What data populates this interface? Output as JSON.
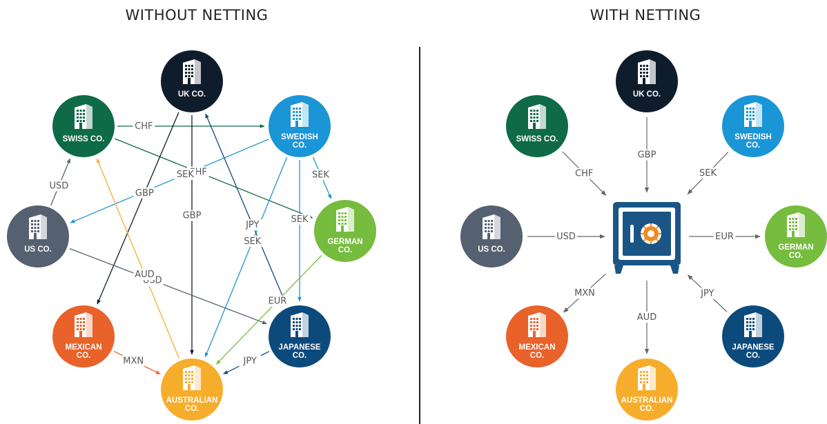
{
  "titles": {
    "left": "WITHOUT NETTING",
    "right": "WITH NETTING"
  },
  "colors": {
    "uk": "#0f1c2b",
    "swedish": "#1a95d6",
    "german": "#76bc3e",
    "japanese": "#0d4a7c",
    "australian": "#f7ad2c",
    "mexican": "#e8622a",
    "us": "#556170",
    "swiss": "#0e6a47",
    "vault": "#1a5585",
    "vault_dial": "#f18a24",
    "divider": "#222222"
  },
  "icons": {
    "company": "building-icon",
    "center": "vault-icon"
  },
  "companies": [
    {
      "id": "uk",
      "lines": [
        "UK CO."
      ]
    },
    {
      "id": "swedish",
      "lines": [
        "SWEDISH",
        "CO."
      ]
    },
    {
      "id": "german",
      "lines": [
        "GERMAN",
        "CO."
      ]
    },
    {
      "id": "japanese",
      "lines": [
        "JAPANESE",
        "CO."
      ]
    },
    {
      "id": "australian",
      "lines": [
        "AUSTRALIAN",
        "CO."
      ]
    },
    {
      "id": "mexican",
      "lines": [
        "MEXICAN",
        "CO."
      ]
    },
    {
      "id": "us",
      "lines": [
        "US CO."
      ]
    },
    {
      "id": "swiss",
      "lines": [
        "SWISS CO."
      ]
    }
  ],
  "without_netting_flows": [
    {
      "from": "swiss",
      "to": "swedish",
      "currency": "CHF"
    },
    {
      "from": "swiss",
      "to": "german",
      "currency": "CHF"
    },
    {
      "from": "us",
      "to": "swiss",
      "currency": "USD"
    },
    {
      "from": "uk",
      "to": "mexican",
      "currency": "GBP"
    },
    {
      "from": "uk",
      "to": "australian",
      "currency": "GBP"
    },
    {
      "from": "swedish",
      "to": "us",
      "currency": "SEK"
    },
    {
      "from": "swedish",
      "to": "german",
      "currency": "SEK"
    },
    {
      "from": "swedish",
      "to": "japanese",
      "currency": "SEK"
    },
    {
      "from": "swedish",
      "to": "australian",
      "currency": "SEK"
    },
    {
      "from": "us",
      "to": "japanese",
      "currency": "USD"
    },
    {
      "from": "japanese",
      "to": "uk",
      "currency": "JPY"
    },
    {
      "from": "japanese",
      "to": "australian",
      "currency": "JPY"
    },
    {
      "from": "german",
      "to": "australian",
      "currency": "EUR"
    },
    {
      "from": "australian",
      "to": "swiss",
      "currency": "AUD"
    },
    {
      "from": "mexican",
      "to": "australian",
      "currency": "MXN"
    }
  ],
  "with_netting_flows": [
    {
      "company": "uk",
      "direction": "in",
      "currency": "GBP"
    },
    {
      "company": "swedish",
      "direction": "in",
      "currency": "SEK"
    },
    {
      "company": "german",
      "direction": "out",
      "currency": "EUR"
    },
    {
      "company": "japanese",
      "direction": "in",
      "currency": "JPY"
    },
    {
      "company": "australian",
      "direction": "out",
      "currency": "AUD"
    },
    {
      "company": "mexican",
      "direction": "out",
      "currency": "MXN"
    },
    {
      "company": "us",
      "direction": "in",
      "currency": "USD"
    },
    {
      "company": "swiss",
      "direction": "in",
      "currency": "CHF"
    }
  ]
}
